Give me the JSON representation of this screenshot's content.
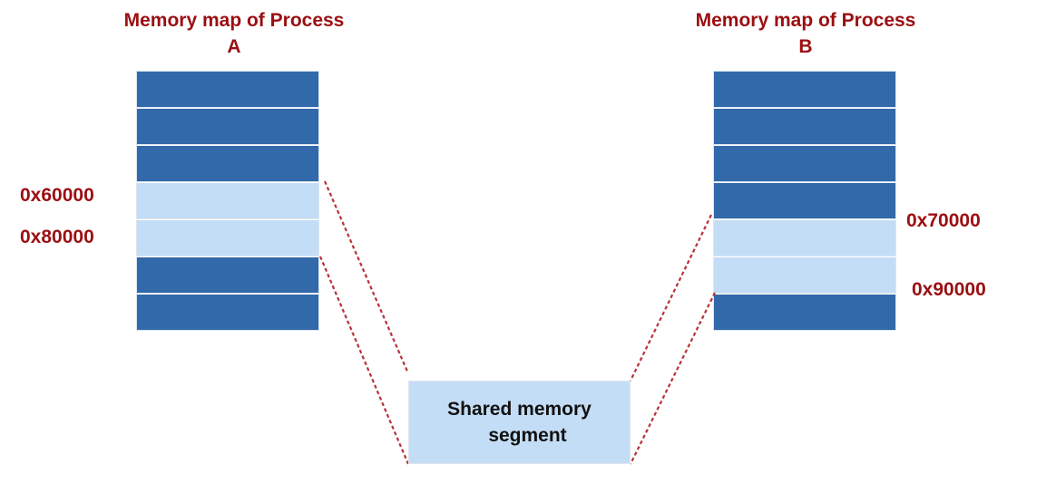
{
  "process_a": {
    "title_line1": "Memory map of Process",
    "title_line2": "A",
    "rows": [
      "dark",
      "dark",
      "dark",
      "light",
      "light",
      "dark",
      "dark"
    ],
    "addresses": [
      "0x60000",
      "0x80000"
    ]
  },
  "process_b": {
    "title_line1": "Memory map of Process",
    "title_line2": "B",
    "rows": [
      "dark",
      "dark",
      "dark",
      "dark",
      "light",
      "light",
      "dark"
    ],
    "addresses": [
      "0x70000",
      "0x90000"
    ]
  },
  "shared_segment": {
    "line1": "Shared memory",
    "line2": "segment"
  },
  "colors": {
    "title_red": "#9b0f12",
    "used_block": "#3269aa",
    "shared_block": "#c4ddf6",
    "link_line": "#b8323a"
  }
}
